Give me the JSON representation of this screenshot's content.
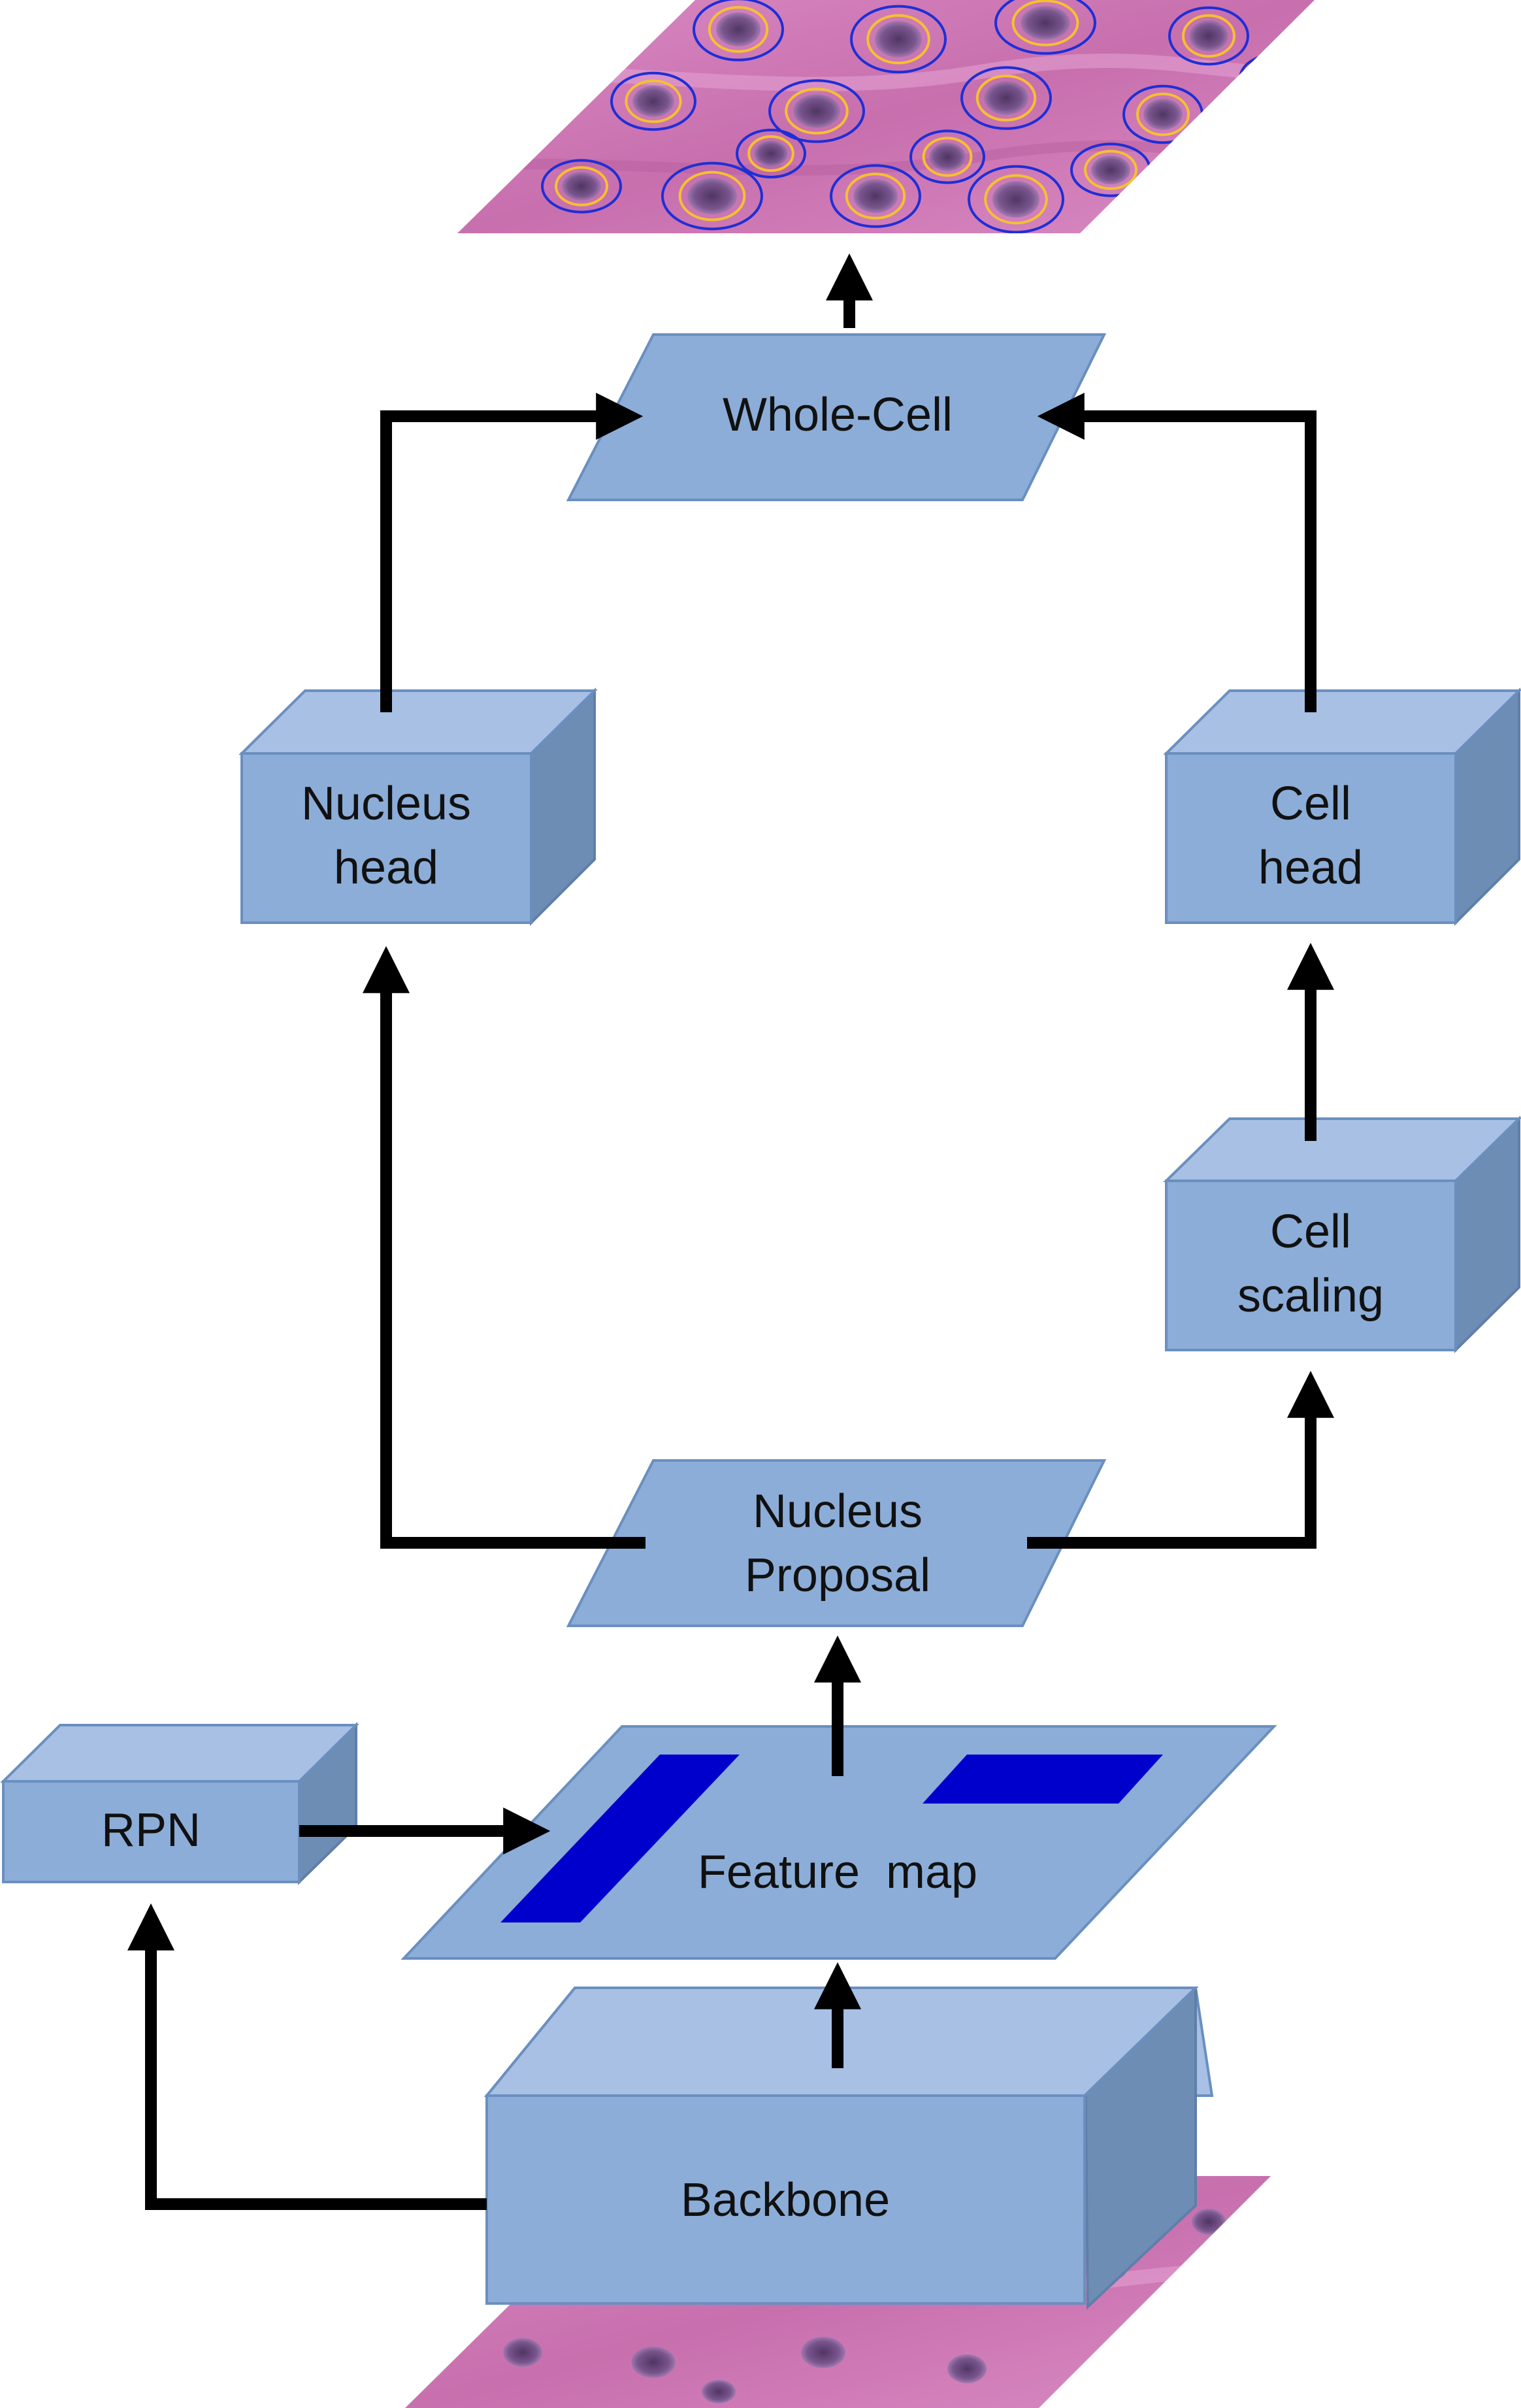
{
  "nodes": {
    "whole_cell": "Whole-Cell",
    "nucleus_head_line1": "Nucleus",
    "nucleus_head_line2": "head",
    "cell_head_line1": "Cell",
    "cell_head_line2": "head",
    "cell_scaling_line1": "Cell",
    "cell_scaling_line2": "scaling",
    "nucleus_proposal_line1": "Nucleus",
    "nucleus_proposal_line2": "Proposal",
    "rpn": "RPN",
    "feature_map": "Feature  map",
    "backbone": "Backbone"
  },
  "colors": {
    "block_front": "#8cadd8",
    "block_top": "#a7c0e4",
    "block_side": "#6d8db5",
    "roi": "#0000cc",
    "tissue": "#d07ab8",
    "nucleus_outline": "#f2c230",
    "cell_outline": "#1e2fd6",
    "arrow": "#000000"
  },
  "edges": [
    [
      "backbone",
      "rpn"
    ],
    [
      "backbone",
      "feature_map"
    ],
    [
      "rpn",
      "feature_map"
    ],
    [
      "feature_map",
      "nucleus_proposal"
    ],
    [
      "nucleus_proposal",
      "nucleus_head"
    ],
    [
      "nucleus_proposal",
      "cell_scaling"
    ],
    [
      "cell_scaling",
      "cell_head"
    ],
    [
      "nucleus_head",
      "whole_cell"
    ],
    [
      "cell_head",
      "whole_cell"
    ],
    [
      "whole_cell",
      "output_image"
    ]
  ]
}
